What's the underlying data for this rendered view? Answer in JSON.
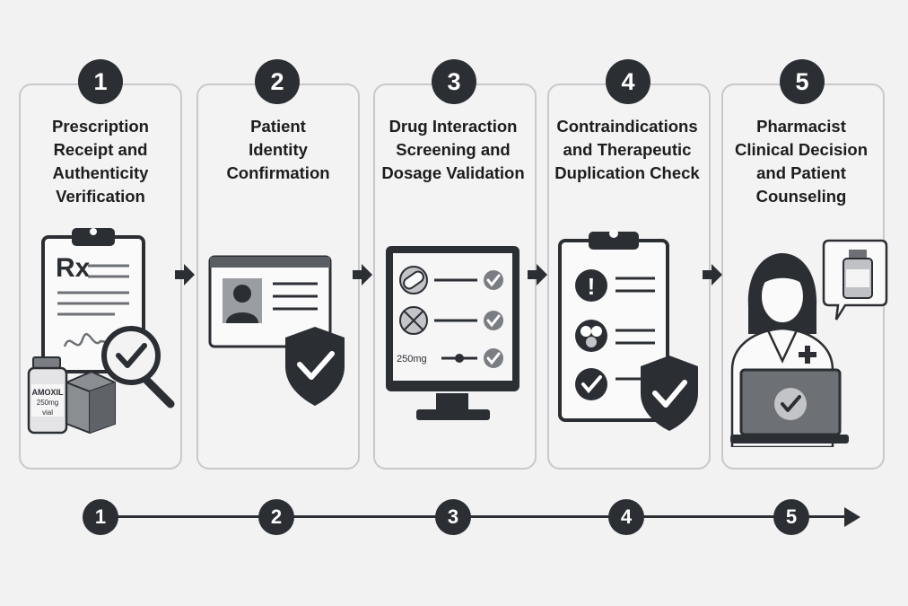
{
  "steps": [
    {
      "number": "1",
      "title": "Prescription Receipt and Authenticity Verification",
      "rx_symbol": "Rx",
      "vial_label_line1": "AMOXIL",
      "vial_label_line2": "250mg",
      "vial_label_line3": "vial"
    },
    {
      "number": "2",
      "title": "Patient Identity Confirmation"
    },
    {
      "number": "3",
      "title": "Drug Interaction Screening and Dosage Validation",
      "dose_label": "250mg"
    },
    {
      "number": "4",
      "title": "Contraindications and Therapeutic Duplication Check",
      "alert_glyph": "!"
    },
    {
      "number": "5",
      "title": "Pharmacist Clinical Decision and Patient Counseling"
    }
  ],
  "timeline": {
    "nodes": [
      "1",
      "2",
      "3",
      "4",
      "5"
    ]
  },
  "colors": {
    "dark": "#2b2e33",
    "card_border": "#c9c9cc",
    "background": "#f2f2f3",
    "mid_gray": "#6d7075",
    "light_gray": "#d9d9dc"
  },
  "icons": [
    "clipboard-icon",
    "magnifier-check-icon",
    "vial-icon",
    "box-icon",
    "id-card-icon",
    "shield-check-icon",
    "monitor-icon",
    "pill-icon",
    "check-circle-icon",
    "alert-icon",
    "capsules-icon",
    "pharmacist-icon",
    "laptop-icon",
    "speech-bubble-icon"
  ]
}
